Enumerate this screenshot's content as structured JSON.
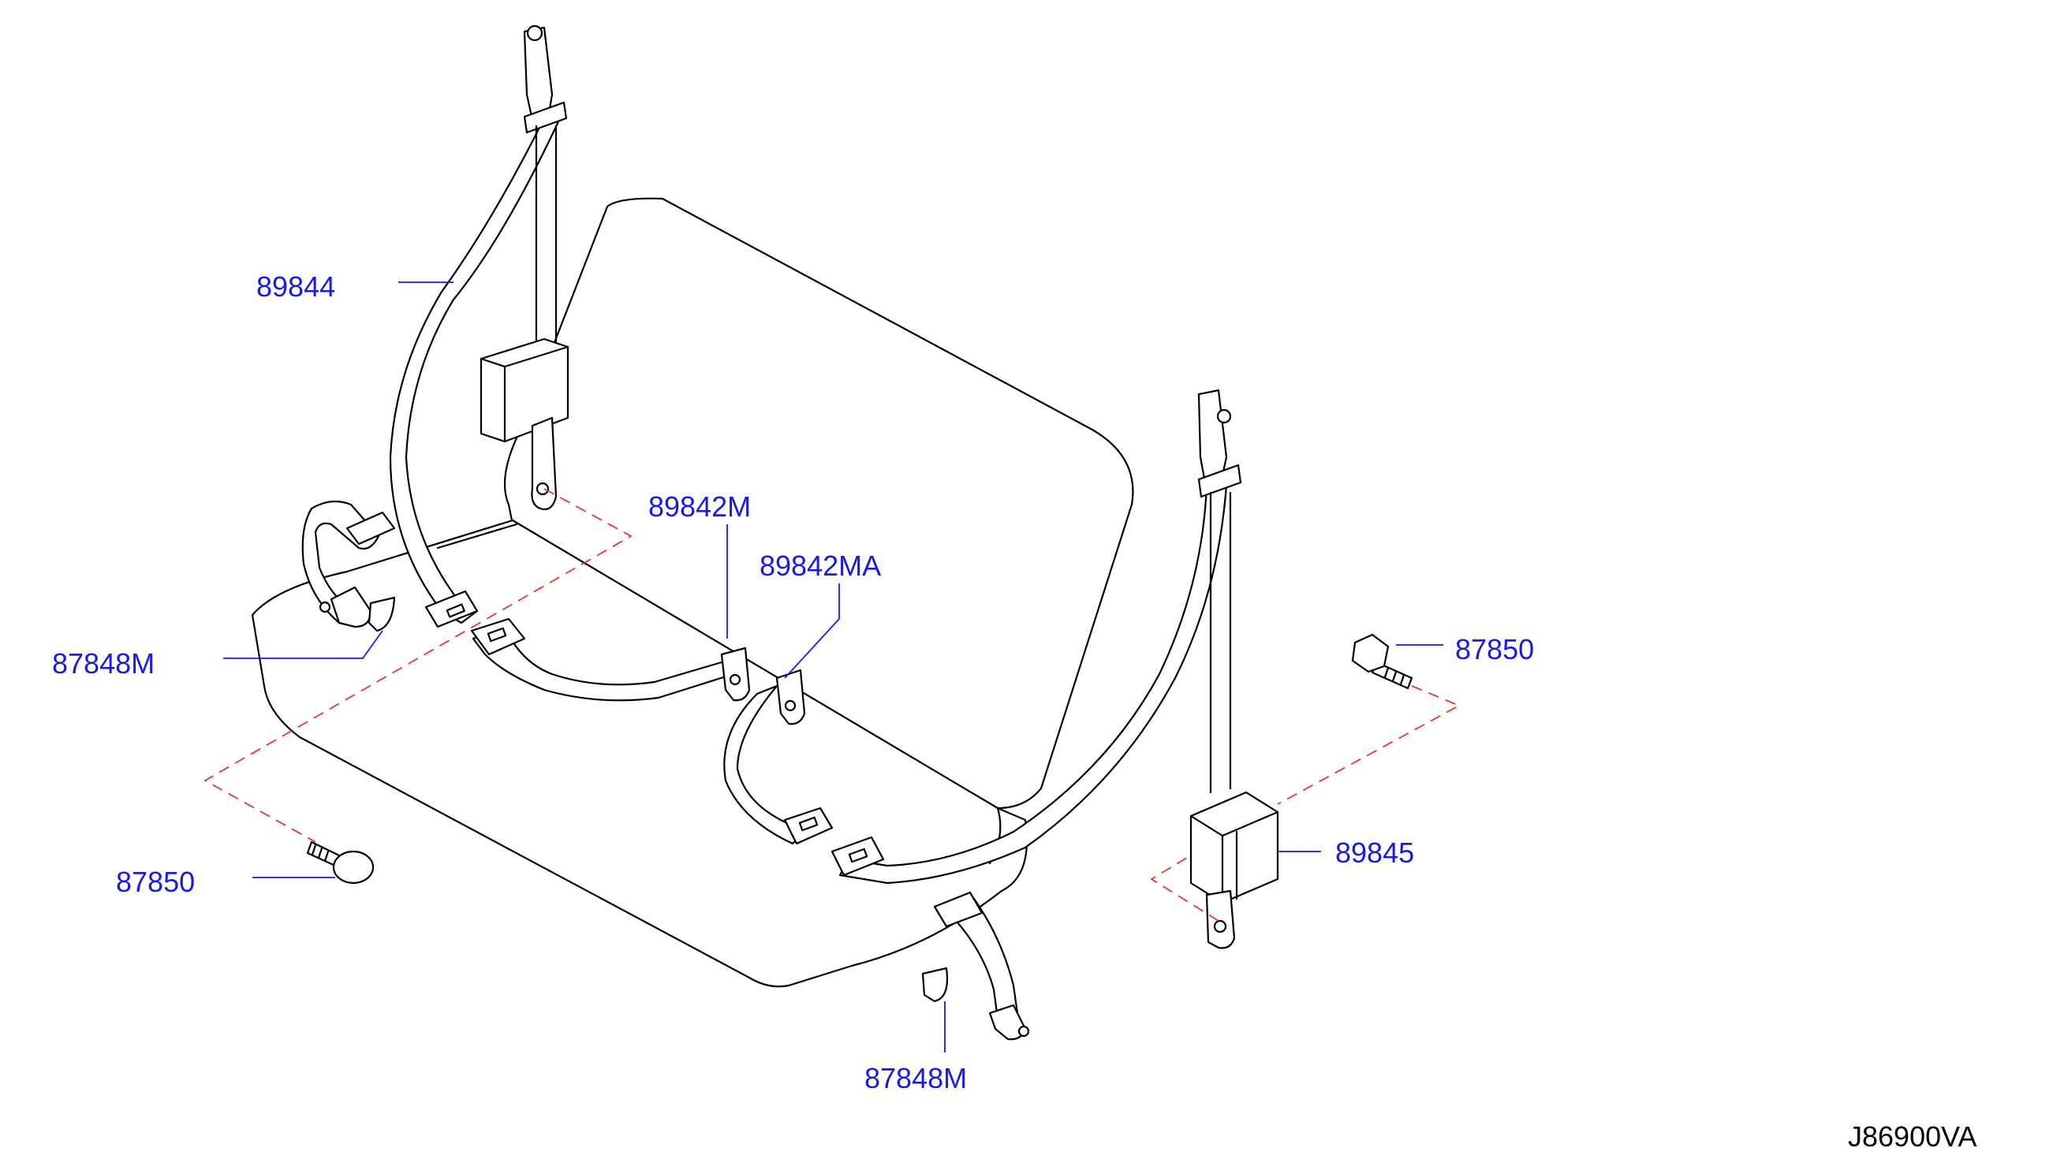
{
  "diagram": {
    "reference_code": "J86900VA",
    "callouts": [
      {
        "id": "c1",
        "text": "89844"
      },
      {
        "id": "c2",
        "text": "89842M"
      },
      {
        "id": "c3",
        "text": "89842MA"
      },
      {
        "id": "c4",
        "text": "87848M"
      },
      {
        "id": "c5",
        "text": "87850"
      },
      {
        "id": "c6",
        "text": "87850"
      },
      {
        "id": "c7",
        "text": "89845"
      },
      {
        "id": "c8",
        "text": "87848M"
      }
    ],
    "colors": {
      "callout_text": "#1a1ae6",
      "leader_line": "#1a1ae6",
      "mounting_dash": "#e63333",
      "line_art": "#000000"
    }
  }
}
